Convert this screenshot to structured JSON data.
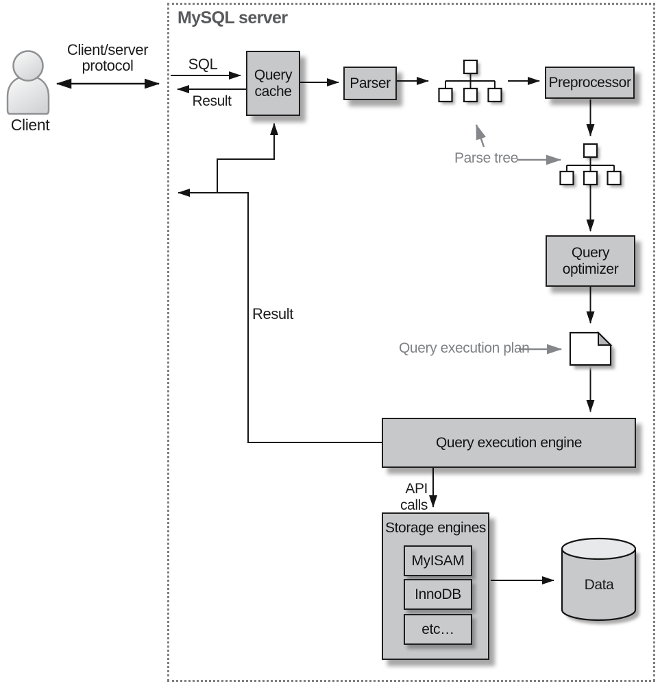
{
  "server": {
    "title": "MySQL server"
  },
  "client": {
    "label": "Client",
    "protocol": "Client/server protocol"
  },
  "flow": {
    "sql": "SQL",
    "result_top": "Result",
    "result_mid": "Result",
    "api_calls": "API calls",
    "parse_tree": "Parse tree",
    "query_execution_plan": "Query execution plan"
  },
  "nodes": {
    "query_cache": "Query cache",
    "parser": "Parser",
    "preprocessor": "Preprocessor",
    "query_optimizer": "Query optimizer",
    "query_execution_engine": "Query execution engine",
    "storage_engines": "Storage engines",
    "engines": [
      "MyISAM",
      "InnoDB",
      "etc…"
    ],
    "data": "Data"
  },
  "colors": {
    "box_fill": "#c7c8ca",
    "box_border": "#1f1f1f",
    "server_title": "#58595b",
    "annotation_gray": "#7f8184",
    "dotted_border": "#7d7d7d",
    "arrow_black": "#141414"
  }
}
